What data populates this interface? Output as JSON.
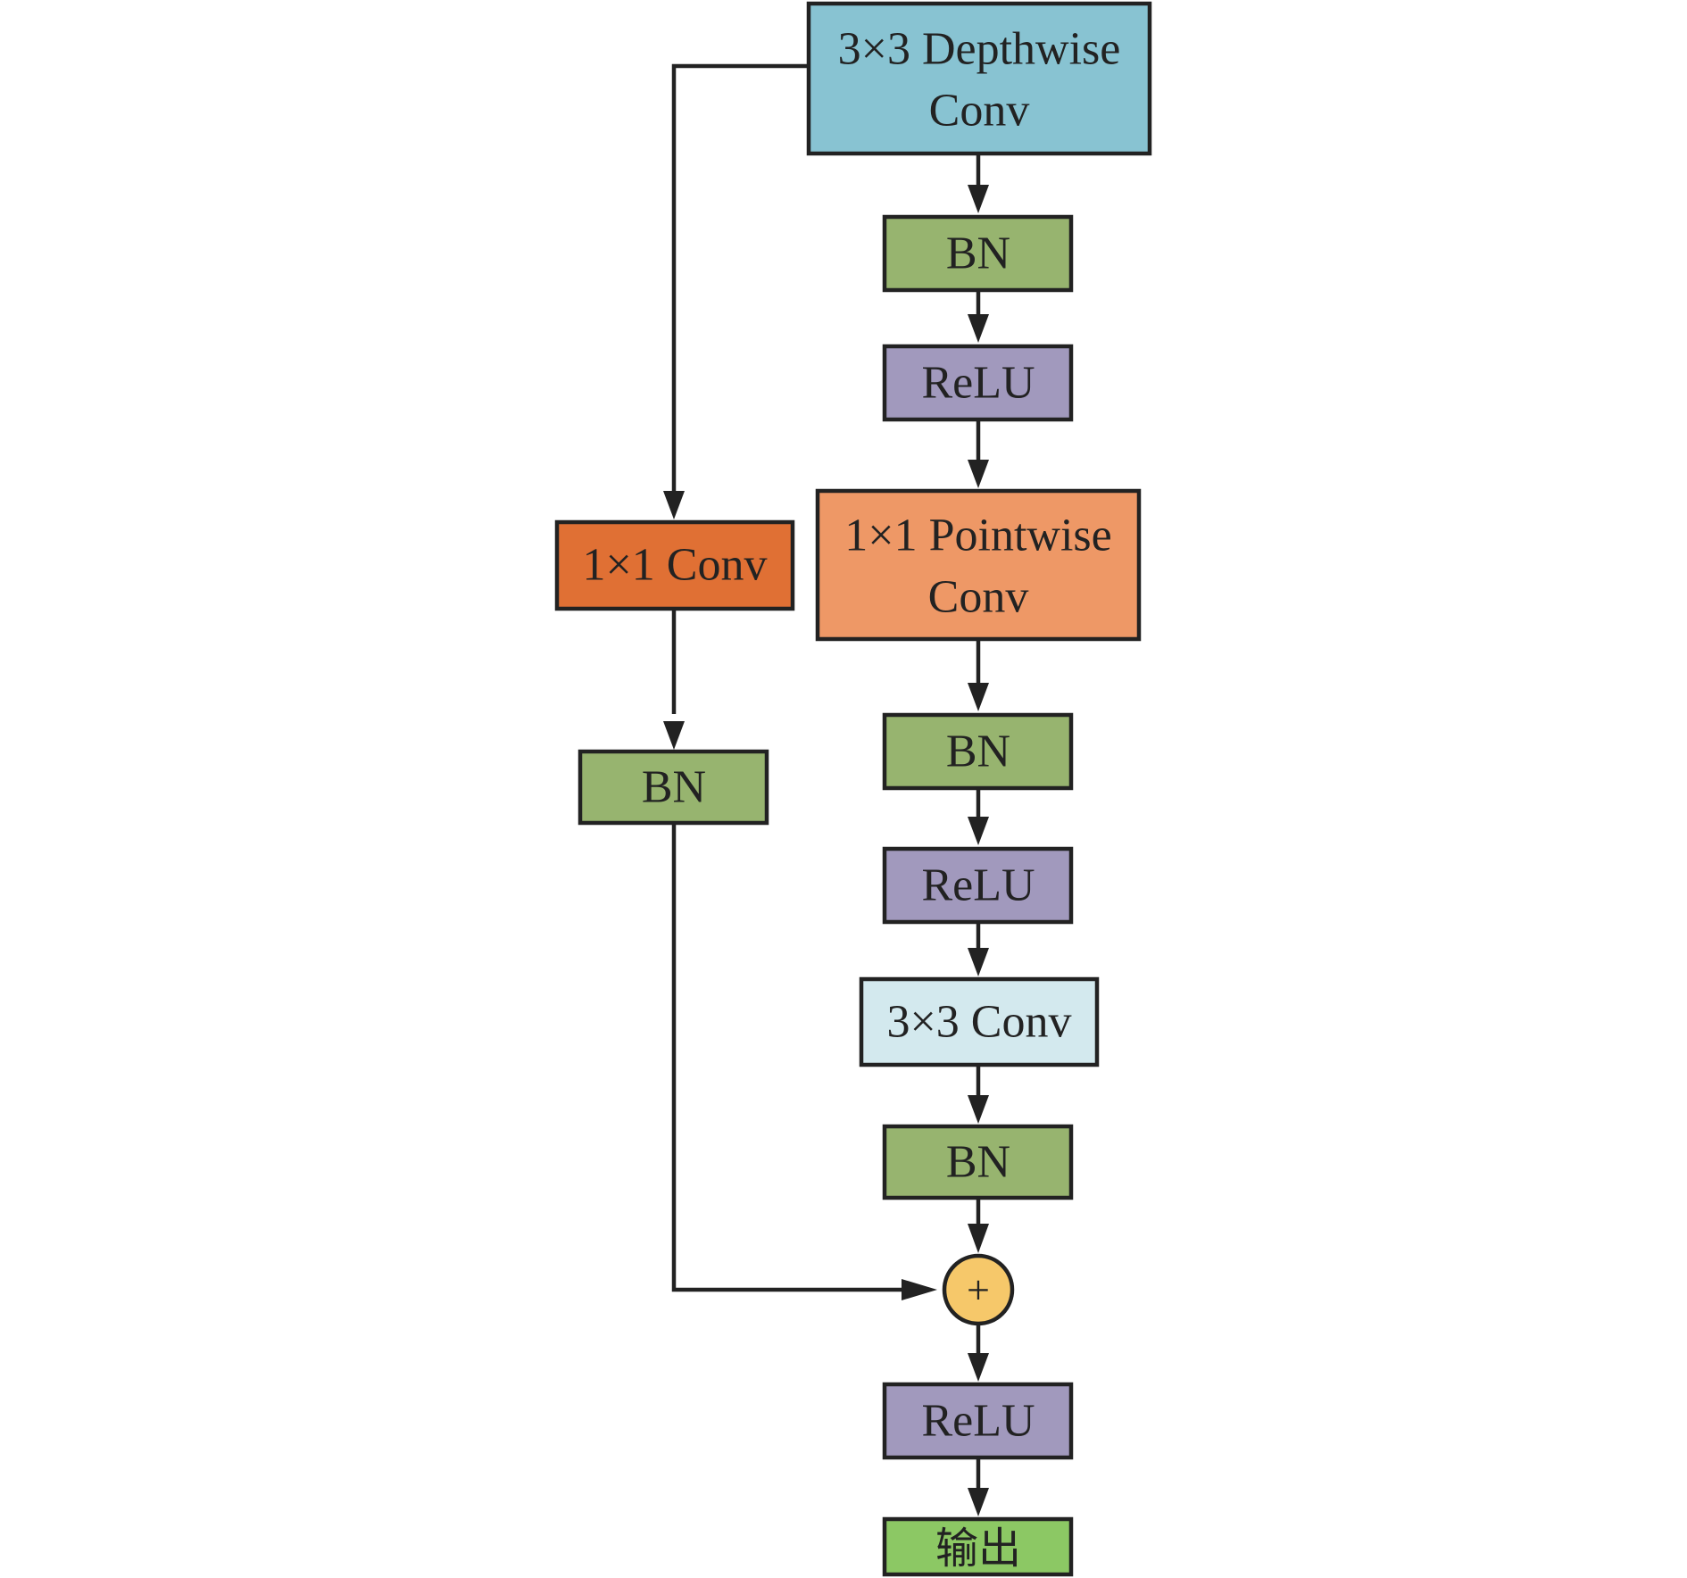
{
  "colors": {
    "depthwise": "#88c3d2",
    "bn": "#97b46f",
    "relu": "#a199bd",
    "pointwise": "#ee9866",
    "conv1x1": "#e07034",
    "conv3x3": "#d3e9ee",
    "add": "#f6c86a",
    "output": "#8cc864",
    "stroke": "#222222"
  },
  "nodes": {
    "depthwise_conv": {
      "line1": "3×3 Depthwise",
      "line2": "Conv"
    },
    "bn_1": {
      "label": "BN"
    },
    "relu_1": {
      "label": "ReLU"
    },
    "pointwise_conv": {
      "line1": "1×1 Pointwise",
      "line2": "Conv"
    },
    "bn_2": {
      "label": "BN"
    },
    "relu_2": {
      "label": "ReLU"
    },
    "conv_3x3": {
      "label": "3×3 Conv"
    },
    "bn_3": {
      "label": "BN"
    },
    "add": {
      "label": "+"
    },
    "relu_3": {
      "label": "ReLU"
    },
    "output": {
      "label": "输出"
    },
    "conv_1x1": {
      "label": "1×1 Conv"
    },
    "bn_side": {
      "label": "BN"
    }
  }
}
